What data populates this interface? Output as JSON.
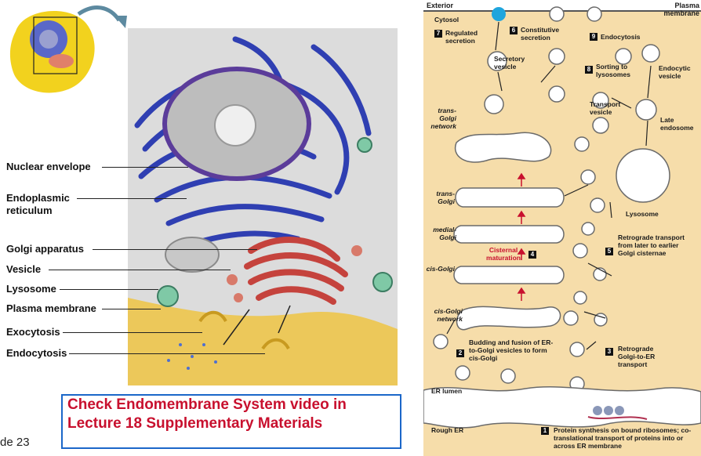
{
  "slide_label": "de 23",
  "left_labels": [
    "Nuclear envelope",
    "Endoplasmic reticulum",
    "Golgi apparatus",
    "Vesicle",
    "Lysosome",
    "Plasma membrane",
    "Exocytosis",
    "Endocytosis"
  ],
  "callout": {
    "line1": "Check Endomembrane System video in",
    "line2": "Lecture 18 Supplementary Materials"
  },
  "right": {
    "exterior": "Exterior",
    "plasma_membrane": "Plasma membrane",
    "cytosol": "Cytosol",
    "regulated_secretion": "Regulated secretion",
    "constitutive_secretion": "Constitutive secretion",
    "endocytosis": "Endocytosis",
    "secretory_vesicle": "Secretory vesicle",
    "endocytic_vesicle": "Endocytic vesicle",
    "sorting_to_lysosomes": "Sorting to lysosomes",
    "transport_vesicle": "Transport vesicle",
    "trans_golgi_network": "trans-Golgi network",
    "late_endosome": "Late endosome",
    "trans_golgi": "trans-Golgi",
    "lysosome": "Lysosome",
    "medial_golgi": "medial-Golgi",
    "retrograde_later": "Retrograde transport from later to earlier Golgi cisternae",
    "cisternal_maturation": "Cisternal maturation",
    "cis_golgi": "cis-Golgi",
    "cis_golgi_network": "cis-Golgi network",
    "budding": "Budding and fusion of ER-to-Golgi vesicles to form cis-Golgi",
    "retrograde_er": "Retrograde Golgi-to-ER transport",
    "er_lumen": "ER lumen",
    "rough_er": "Rough ER",
    "protein_synthesis": "Protein synthesis on bound ribosomes; co-translational transport of proteins into or across ER membrane",
    "steps": [
      "1",
      "2",
      "3",
      "4",
      "5",
      "6",
      "7",
      "8",
      "9"
    ]
  }
}
